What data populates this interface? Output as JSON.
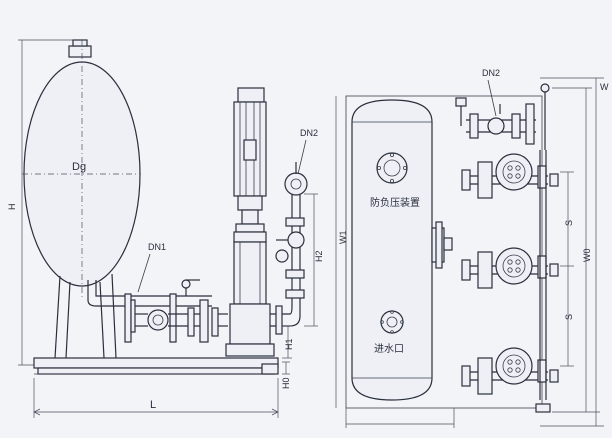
{
  "labels": {
    "dn1": "DN1",
    "dn2_left": "DN2",
    "dn2_right": "DN2",
    "dg": "Dg",
    "h": "H",
    "h1": "H1",
    "h2": "H2",
    "h0": "H0",
    "l": "L",
    "w": "W",
    "w0": "W0",
    "w1": "W1",
    "s_upper": "S",
    "s_lower": "S"
  },
  "annotations": {
    "anti_negative_pressure": "防负压装置",
    "water_inlet": "进水口"
  }
}
